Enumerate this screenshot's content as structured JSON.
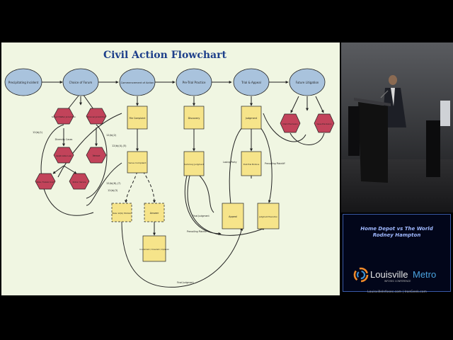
{
  "slide": {
    "title": "Civil Action Flowchart",
    "stages": [
      {
        "label": "Precipitating Incident"
      },
      {
        "label": "Choice of Forum"
      },
      {
        "label": "Commencement of Action"
      },
      {
        "label": "Pre-Trial Practice"
      },
      {
        "label": "Trial & Appeal"
      },
      {
        "label": "Future Litigation"
      }
    ],
    "forum_nodes": {
      "subject_matter": "Subject Matter Jurisdiction",
      "personal": "Personal Jurisdiction",
      "applicable_law": "Applicable Law",
      "venue": "Venue",
      "state_federal": "State / Federal Court",
      "notice": "Notice / Service"
    },
    "process_nodes": {
      "file_complaint": "File Complaint",
      "serve_complaint": "Serve Complaint",
      "rule12b": "Rule 12(b) Motion",
      "answer": "Answer",
      "counterclaim": "Counterclaim / Crossclaim / Impleader",
      "discovery": "Discovery",
      "summary_judgment": "Summary Judgment",
      "judgment": "Judgment",
      "post_trial": "Post-Trial Motions",
      "appeal": "Appeal",
      "execution": "Judgment Execution"
    },
    "future_nodes": {
      "claim": "Claim Preclusion",
      "issue": "Issue Preclusion"
    },
    "edge_labels": {
      "diversity": "Diversity Cases",
      "r12b1": "12(b)(1)",
      "r12b2": "12(b)(2)",
      "r12b3": "12(b)(3)",
      "r12b4": "12(b)(4),(5)",
      "r12b6": "12(b)(6),(7)",
      "losing_party": "Losing Party",
      "prevailing": "Prevailing Plaintiff",
      "final_judgment": "Final Judgment",
      "prevailing_plaintiff2": "Prevailing Plaintiff",
      "final_judgment2": "Final Judgment"
    }
  },
  "lower_third": {
    "title": "Home Depot vs The World",
    "speaker": "Rodney Hampton",
    "logo_word1": "Louisville",
    "logo_word2": "Metro",
    "logo_sub": "INFOSEC CONFERENCE",
    "url": "LouisvilleInfosec.com  |  IronGeek.com"
  },
  "colors": {
    "slide_bg": "#f0f6e2",
    "ellipse": "#a9c3dd",
    "box": "#f6e48a",
    "hexagon": "#c2435a",
    "title": "#1d3f8a"
  },
  "icons": {
    "logo_mark": "louisville-metro-swirl-icon"
  }
}
